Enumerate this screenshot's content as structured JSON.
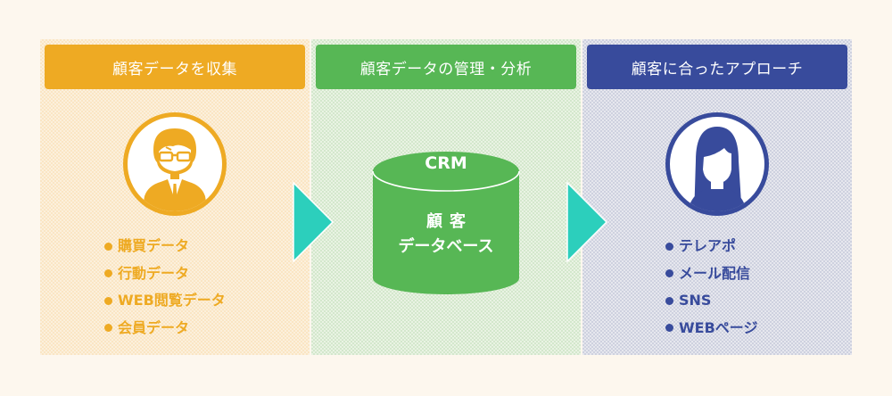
{
  "colors": {
    "collect": "#eeaa23",
    "manage": "#57b755",
    "approach": "#384b9c",
    "arrow": "#2ccfbc",
    "background": "#fdf7ee"
  },
  "steps": [
    {
      "title": "顧客データを収集",
      "icon": "businessman-avatar-icon",
      "items": [
        "購買データ",
        "行動データ",
        "WEB閲覧データ",
        "会員データ"
      ]
    },
    {
      "title": "顧客データの管理・分析",
      "icon": "database-cylinder-icon",
      "database": {
        "title": "CRM",
        "line1": "顧客",
        "line2": "データベース"
      }
    },
    {
      "title": "顧客に合ったアプローチ",
      "icon": "woman-avatar-icon",
      "items": [
        "テレアポ",
        "メール配信",
        "SNS",
        "WEBページ"
      ]
    }
  ],
  "arrows": [
    "arrow-right-icon",
    "arrow-right-icon"
  ]
}
